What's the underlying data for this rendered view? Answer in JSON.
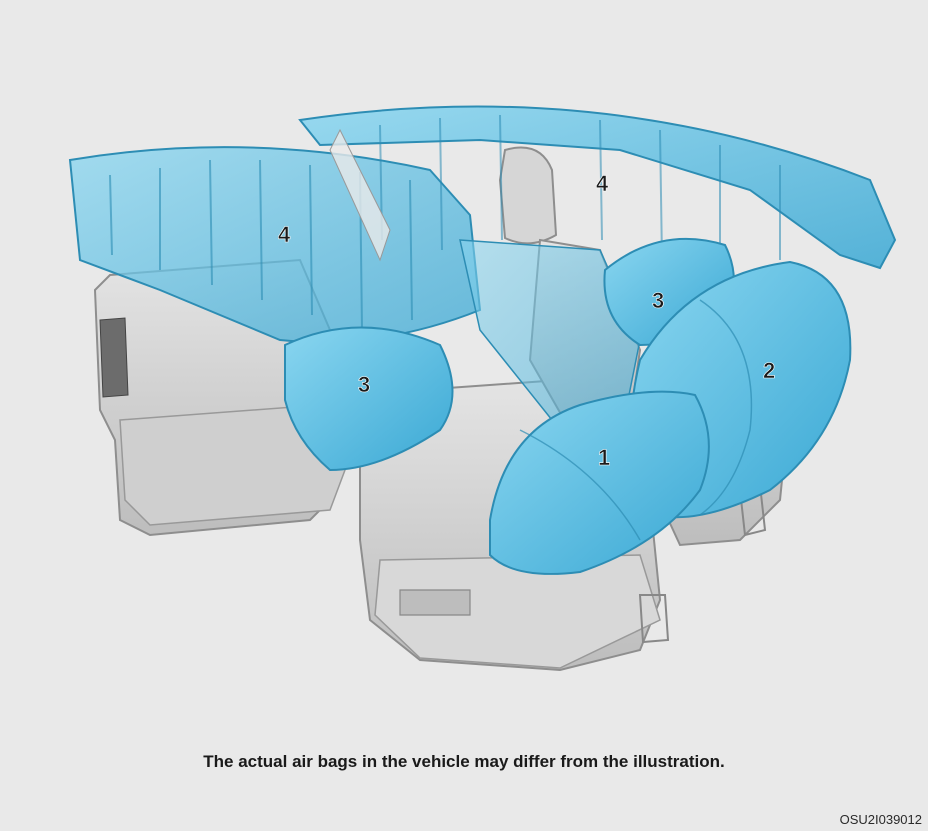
{
  "labels": [
    {
      "id": "bag-1",
      "text": "1"
    },
    {
      "id": "bag-2",
      "text": "2"
    },
    {
      "id": "bag-3-front",
      "text": "3"
    },
    {
      "id": "bag-3-rear",
      "text": "3"
    },
    {
      "id": "bag-4-rear",
      "text": "4"
    },
    {
      "id": "bag-4-front",
      "text": "4"
    }
  ],
  "caption": "The actual air bags in the vehicle may differ from the illustration.",
  "image_code": "OSU2I039012",
  "colors": {
    "background": "#e9e9e9",
    "airbag_fill": "#5cc0e4",
    "airbag_stroke": "#2d8db4",
    "seat_fill": "#d2d2d2",
    "seat_stroke": "#8e8e8e"
  }
}
